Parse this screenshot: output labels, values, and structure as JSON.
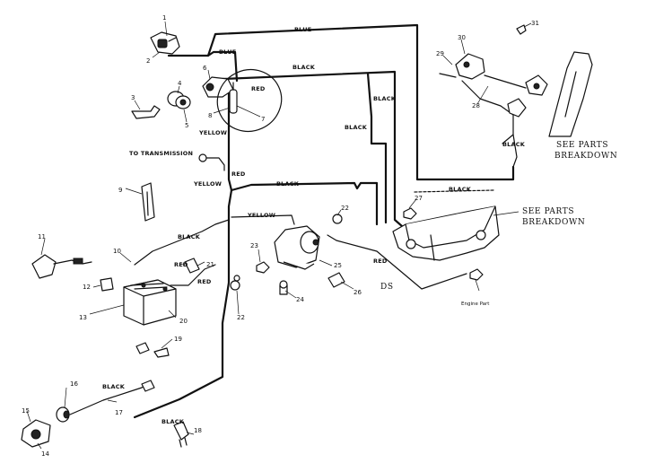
{
  "wire_labels": {
    "blue_top": "BLUE",
    "blue_short": "BLUE",
    "black_top": "BLACK",
    "red_coil": "RED",
    "black_right": "BLACK",
    "black_mid": "BLACK",
    "black_dash": "BLACK",
    "yellow_upper": "YELLOW",
    "to_transmission": "TO TRANSMISSION",
    "red_upper": "RED",
    "yellow_mid": "YELLOW",
    "black_horizontal": "BLACK",
    "yellow_lower": "YELLOW",
    "black_left": "BLACK",
    "red_left": "RED",
    "red_battery": "RED",
    "red_starter": "RED",
    "black_cable": "BLACK",
    "black_bottom": "BLACK",
    "black_right_mid": "BLACK",
    "ds": "DS",
    "plus": "(+)"
  },
  "callouts": {
    "see_parts_1_line1": "SEE PARTS",
    "see_parts_1_line2": "BREAKDOWN",
    "see_parts_2_line1": "SEE PARTS",
    "see_parts_2_line2": "BREAKDOWN",
    "engine_part": "Engine Part"
  },
  "part_numbers": {
    "p1": "1",
    "p2": "2",
    "p3": "3",
    "p4": "4",
    "p5": "5",
    "p6": "6",
    "p7": "7",
    "p8": "8",
    "p9": "9",
    "p10": "10",
    "p11": "11",
    "p12": "12",
    "p13": "13",
    "p14": "14",
    "p15": "15",
    "p16": "16",
    "p17": "17",
    "p18": "18",
    "p19": "19",
    "p20": "20",
    "p21": "21",
    "p22a": "22",
    "p22b": "22",
    "p23": "23",
    "p24": "24",
    "p25": "25",
    "p26": "26",
    "p27": "27",
    "p28": "28",
    "p29": "29",
    "p30": "30",
    "p31": "31"
  }
}
